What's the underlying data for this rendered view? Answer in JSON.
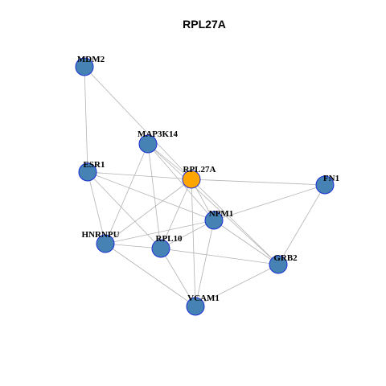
{
  "title": "RPL27A",
  "colors": {
    "node_default": "#4682b4",
    "node_focus": "#ffa500",
    "node_border": "#1a2fd6",
    "edge": "#b3b3b3"
  },
  "focus_node": "RPL27A",
  "nodes": [
    "MDM2",
    "MAP3K14",
    "ESR1",
    "RPL27A",
    "FN1",
    "NPM1",
    "HNRNPU",
    "RPL10",
    "GRB2",
    "VCAM1"
  ],
  "edges": [
    [
      "MDM2",
      "ESR1"
    ],
    [
      "MDM2",
      "RPL27A"
    ],
    [
      "MAP3K14",
      "RPL27A"
    ],
    [
      "MAP3K14",
      "HNRNPU"
    ],
    [
      "MAP3K14",
      "RPL10"
    ],
    [
      "MAP3K14",
      "NPM1"
    ],
    [
      "MAP3K14",
      "GRB2"
    ],
    [
      "ESR1",
      "RPL27A"
    ],
    [
      "ESR1",
      "NPM1"
    ],
    [
      "ESR1",
      "HNRNPU"
    ],
    [
      "ESR1",
      "RPL10"
    ],
    [
      "RPL27A",
      "FN1"
    ],
    [
      "RPL27A",
      "NPM1"
    ],
    [
      "RPL27A",
      "HNRNPU"
    ],
    [
      "RPL27A",
      "RPL10"
    ],
    [
      "RPL27A",
      "GRB2"
    ],
    [
      "RPL27A",
      "VCAM1"
    ],
    [
      "FN1",
      "NPM1"
    ],
    [
      "FN1",
      "GRB2"
    ],
    [
      "NPM1",
      "HNRNPU"
    ],
    [
      "NPM1",
      "RPL10"
    ],
    [
      "NPM1",
      "GRB2"
    ],
    [
      "NPM1",
      "VCAM1"
    ],
    [
      "HNRNPU",
      "RPL10"
    ],
    [
      "HNRNPU",
      "VCAM1"
    ],
    [
      "RPL10",
      "GRB2"
    ],
    [
      "RPL10",
      "VCAM1"
    ],
    [
      "GRB2",
      "VCAM1"
    ]
  ]
}
